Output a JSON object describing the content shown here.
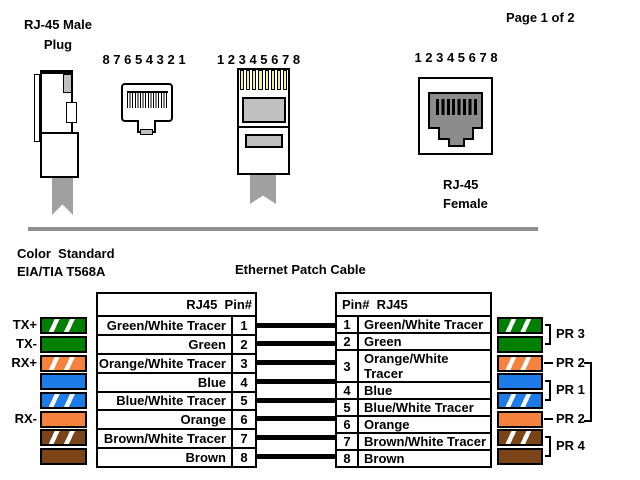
{
  "page_label": "Page 1 of 2",
  "male_plug": {
    "title_line1": "RJ-45 Male",
    "title_line2": "Plug",
    "front_pin_order": "8 7 6 5 4 3 2 1",
    "top_pin_order": "1 2 3 4 5 6 7 8"
  },
  "female_jack": {
    "pin_order": "1 2 3 4 5 6 7 8",
    "label_line1": "RJ-45",
    "label_line2": "Female"
  },
  "standard": {
    "line1": "Color  Standard",
    "line2": "EIA/TIA T568A"
  },
  "diagram_title": "Ethernet Patch Cable",
  "left_table_header": "RJ45  Pin#",
  "right_table_header": "Pin#  RJ45",
  "rows": [
    {
      "pin": "1",
      "name": "Green/White Tracer",
      "color": "#008000",
      "striped": true
    },
    {
      "pin": "2",
      "name": "Green",
      "color": "#008000",
      "striped": false
    },
    {
      "pin": "3",
      "name": "Orange/White Tracer",
      "color": "#F5823E",
      "striped": true
    },
    {
      "pin": "4",
      "name": "Blue",
      "color": "#1E7CE8",
      "striped": false
    },
    {
      "pin": "5",
      "name": "Blue/White Tracer",
      "color": "#1E7CE8",
      "striped": true
    },
    {
      "pin": "6",
      "name": "Orange",
      "color": "#F5823E",
      "striped": false
    },
    {
      "pin": "7",
      "name": "Brown/White Tracer",
      "color": "#7B4418",
      "striped": true
    },
    {
      "pin": "8",
      "name": "Brown",
      "color": "#7B4418",
      "striped": false
    }
  ],
  "signals": {
    "pin1": "TX+",
    "pin2": "TX-",
    "pin3": "RX+",
    "pin6": "RX-"
  },
  "pairs": {
    "pair_1_2": "PR 3",
    "pair_3": "PR 2",
    "pair_4_5": "PR 1",
    "pair_6": "PR 2",
    "pair_7_8": "PR 4"
  },
  "colors": {
    "tracer_stripe": "#FFFFFF",
    "wire_line": "#000000",
    "connector_gray": "#C0C0C0",
    "jack_gray": "#8C8C8C",
    "pin_yellow": "#F2EF9C",
    "cord_gray": "#A0A0A0",
    "separator_gray": "#8E8E8E"
  }
}
